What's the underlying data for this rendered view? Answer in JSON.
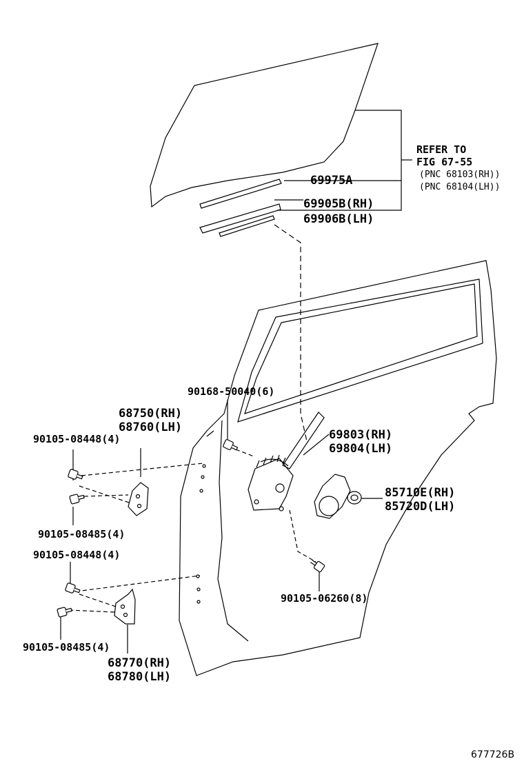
{
  "refer_note": {
    "line1": "REFER TO",
    "line2": "FIG 67-55",
    "line3": "(PNC 68103(RH))",
    "line4": "(PNC 68104(LH))"
  },
  "parts": {
    "p69975A": "69975A",
    "p69905B": "69905B(RH)",
    "p69906B": "69906B(LH)",
    "p90168": "90168-50040(6)",
    "p68750": "68750(RH)",
    "p68760": "68760(LH)",
    "p90105_08448_top": "90105-08448(4)",
    "p69803": "69803(RH)",
    "p69804": "69804(LH)",
    "p85710E": "85710E(RH)",
    "p85720D": "85720D(LH)",
    "p90105_08485_top": "90105-08485(4)",
    "p90105_08448_bottom": "90105-08448(4)",
    "p90105_06260": "90105-06260(8)",
    "p90105_08485_bottom": "90105-08485(4)",
    "p68770": "68770(RH)",
    "p68780": "68780(LH)"
  },
  "figure_number": "677726B"
}
